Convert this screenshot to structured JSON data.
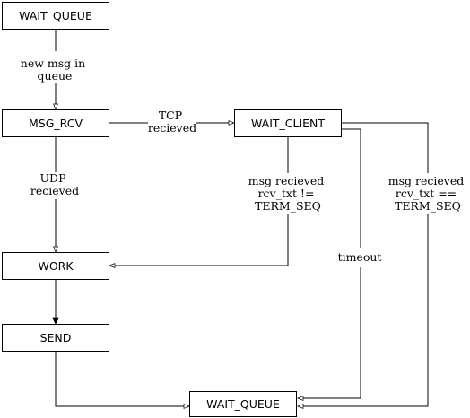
{
  "nodes": {
    "wait_queue_top": "WAIT_QUEUE",
    "msg_rcv": "MSG_RCV",
    "wait_client": "WAIT_CLIENT",
    "work": "WORK",
    "send": "SEND",
    "wait_queue_bottom": "WAIT_QUEUE"
  },
  "edges": {
    "new_msg": [
      "new msg in",
      "queue"
    ],
    "tcp": [
      "TCP",
      "recieved"
    ],
    "udp": [
      "UDP",
      "recieved"
    ],
    "msg_not_term": [
      "msg recieved",
      "rcv_txt !=",
      "TERM_SEQ"
    ],
    "timeout": [
      "timeout"
    ],
    "msg_term": [
      "msg recieved",
      "rcv_txt ==",
      "TERM_SEQ"
    ]
  }
}
